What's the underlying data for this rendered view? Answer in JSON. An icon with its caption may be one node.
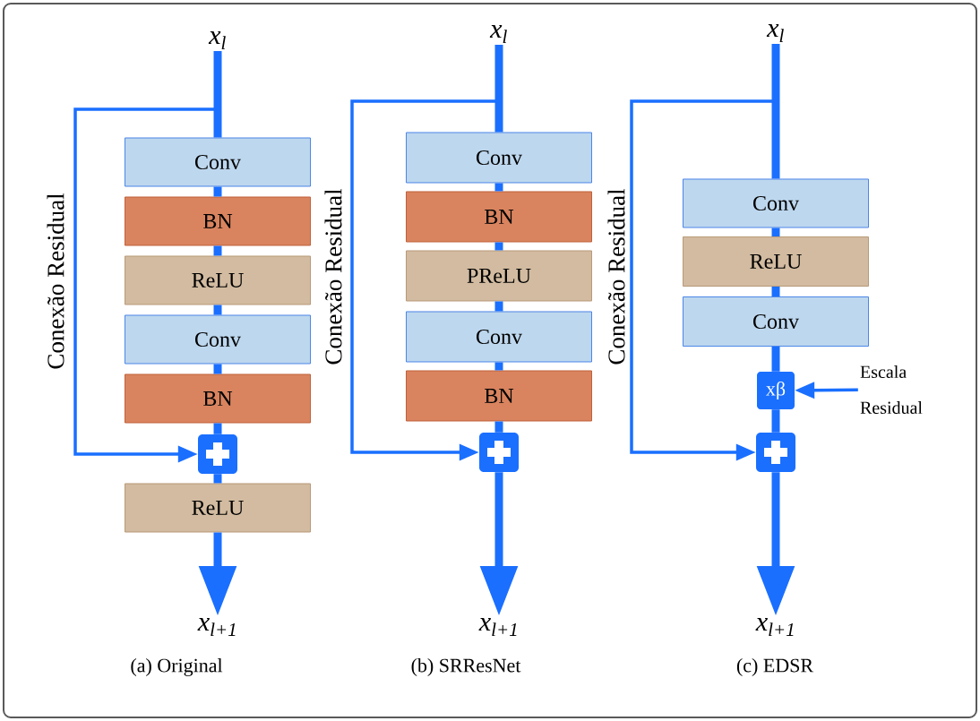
{
  "diagram": {
    "nodes": [
      {
        "text": [
          "x$_{l}$"
        ]
      },
      {
        "text": [
          "Conv"
        ]
      },
      {
        "text": [
          "BN"
        ]
      },
      {
        "text": [
          "ReLU"
        ]
      },
      {
        "text": [
          "Conv"
        ]
      },
      {
        "text": [
          "BN"
        ]
      },
      {
        "text": [],
        "shape": "box"
      },
      {
        "text": [
          "ReLU"
        ]
      },
      {
        "text": [
          "x$_{l+1}$"
        ]
      },
      {
        "text": [
          "x$_{l}$"
        ]
      },
      {
        "text": [
          "Conv"
        ]
      },
      {
        "text": [
          "BN"
        ]
      },
      {
        "text": [
          "PReLU"
        ]
      },
      {
        "text": [
          "Conv"
        ]
      },
      {
        "text": [
          "BN"
        ]
      },
      {
        "text": [],
        "shape": "box"
      },
      {
        "text": [
          "x$_{l+1}$"
        ]
      },
      {
        "text": [
          "x$_{l}$"
        ]
      },
      {
        "text": [
          "Conv"
        ]
      },
      {
        "text": [
          "ReLU"
        ]
      },
      {
        "text": [
          "Conv"
        ]
      },
      {
        "text": [
          "xβ"
        ]
      },
      {
        "text": [],
        "shape": "box"
      },
      {
        "text": [
          "x$_{l+1}$"
        ]
      },
      {
        "text": [
          "Escala Residual"
        ]
      }
    ],
    "edges": [
      {
        "from": 0,
        "to": 1,
        "arrow": "none"
      },
      {
        "from": 1,
        "to": 2,
        "arrow": "none"
      },
      {
        "from": 2,
        "to": 3,
        "arrow": "none"
      },
      {
        "from": 3,
        "to": 4,
        "arrow": "none"
      },
      {
        "from": 4,
        "to": 5,
        "arrow": "none"
      },
      {
        "from": 5,
        "to": 6,
        "arrow": "none"
      },
      {
        "from": 6,
        "to": 7,
        "arrow": "none"
      },
      {
        "from": 7,
        "to": 8,
        "arrow": "to"
      },
      {
        "from": 0,
        "to": 6,
        "arrow": "to",
        "label": "Conexão Residual"
      },
      {
        "from": 9,
        "to": 10,
        "arrow": "none"
      },
      {
        "from": 10,
        "to": 11,
        "arrow": "none"
      },
      {
        "from": 11,
        "to": 12,
        "arrow": "none"
      },
      {
        "from": 12,
        "to": 13,
        "arrow": "none"
      },
      {
        "from": 13,
        "to": 14,
        "arrow": "none"
      },
      {
        "from": 14,
        "to": 15,
        "arrow": "none"
      },
      {
        "from": 15,
        "to": 16,
        "arrow": "to"
      },
      {
        "from": 9,
        "to": 15,
        "arrow": "to",
        "label": "Conexão Residual"
      },
      {
        "from": 17,
        "to": 18,
        "arrow": "none"
      },
      {
        "from": 18,
        "to": 19,
        "arrow": "none"
      },
      {
        "from": 19,
        "to": 20,
        "arrow": "none"
      },
      {
        "from": 20,
        "to": 21,
        "arrow": "none"
      },
      {
        "from": 21,
        "to": 22,
        "arrow": "none"
      },
      {
        "from": 22,
        "to": 23,
        "arrow": "to"
      },
      {
        "from": 17,
        "to": 22,
        "arrow": "to",
        "label": "Conexão Residual"
      },
      {
        "from": 24,
        "to": 21,
        "arrow": "to"
      }
    ],
    "labels": [
      "(a) Original",
      "(b) SRResNet",
      "(c) EDSR"
    ]
  }
}
